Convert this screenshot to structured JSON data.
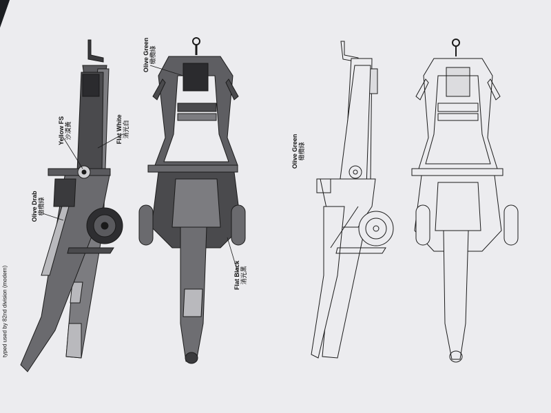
{
  "page": {
    "caption": "typed used by 82nd division (modern)"
  },
  "labels": {
    "olive_green_top": {
      "en": "Olive Green",
      "zh": "橄欖綠"
    },
    "yellow_fs": {
      "en": "Yellow FS",
      "zh": "沙漠黃"
    },
    "flat_white": {
      "en": "Flat White",
      "zh": "消光白"
    },
    "olive_drab": {
      "en": "Olive Drab",
      "zh": "橄欖綠"
    },
    "flat_black": {
      "en": "Flat Black",
      "zh": "消光黑"
    },
    "olive_green_line": {
      "en": "Olive Green",
      "zh": "橄欖綠"
    }
  },
  "colors": {
    "paper": "#ececef",
    "ink": "#1a1a1a",
    "grey_dark": "#4a4a4d",
    "grey_mid": "#7c7c80",
    "grey_light": "#b9b9bd"
  }
}
